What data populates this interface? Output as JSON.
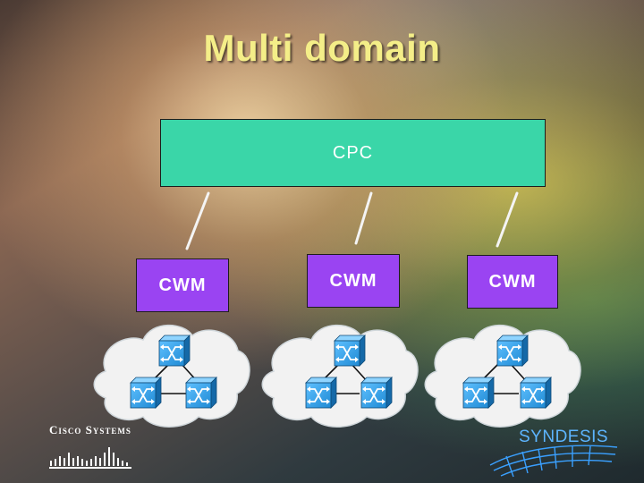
{
  "slide": {
    "title": "Multi domain"
  },
  "diagram": {
    "top_node": {
      "label": "CPC",
      "color": "#3ad6a8"
    },
    "managers": [
      {
        "label": "CWM",
        "color": "#9a44f2"
      },
      {
        "label": "CWM",
        "color": "#9a44f2"
      },
      {
        "label": "CWM",
        "color": "#9a44f2"
      }
    ],
    "domains": [
      {
        "switch_count": 3
      },
      {
        "switch_count": 3
      },
      {
        "switch_count": 3
      }
    ]
  },
  "logos": {
    "left": {
      "text": "Cisco Systems",
      "icon": "cisco-bridge-icon"
    },
    "right": {
      "text": "SYNDESIS",
      "icon": "syndesis-grid-icon"
    }
  },
  "colors": {
    "title": "#f4ee88",
    "switch": "#1a8fd8",
    "cloud": "#f2f2f2"
  }
}
